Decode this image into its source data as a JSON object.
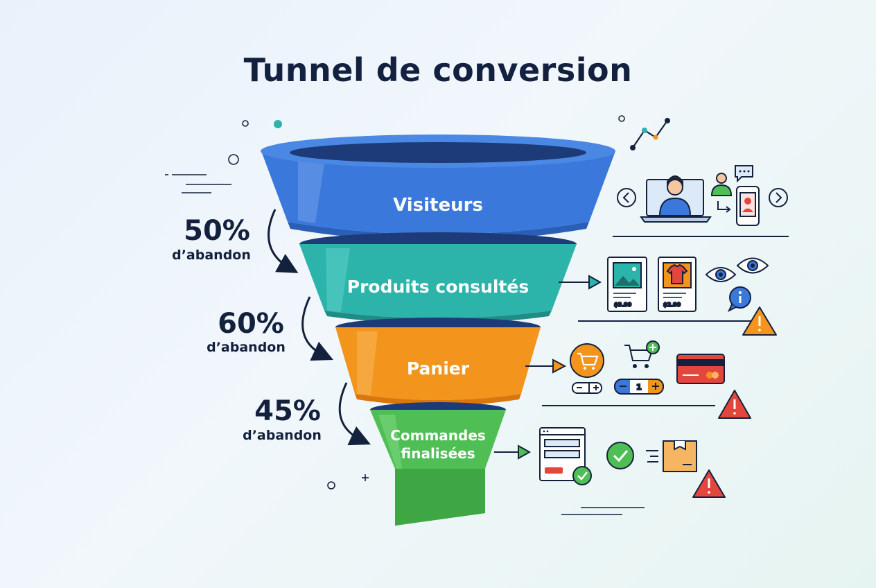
{
  "title": "Tunnel de conversion",
  "stages": [
    {
      "label": "Visiteurs",
      "color": "#3b78dc"
    },
    {
      "label": "Produits consultés",
      "color": "#2cb3aa"
    },
    {
      "label": "Panier",
      "color": "#f3941d"
    },
    {
      "label_line1": "Commandes",
      "label_line2": "finalisées",
      "color": "#4fbf55"
    }
  ],
  "dropoffs": [
    {
      "percent": "50%",
      "text": "d’abandon"
    },
    {
      "percent": "60%",
      "text": "d’abandon"
    },
    {
      "percent": "45%",
      "text": "d’abandon"
    }
  ],
  "prices": [
    "$3.99",
    "$2.99"
  ],
  "cart_quantity": "1"
}
